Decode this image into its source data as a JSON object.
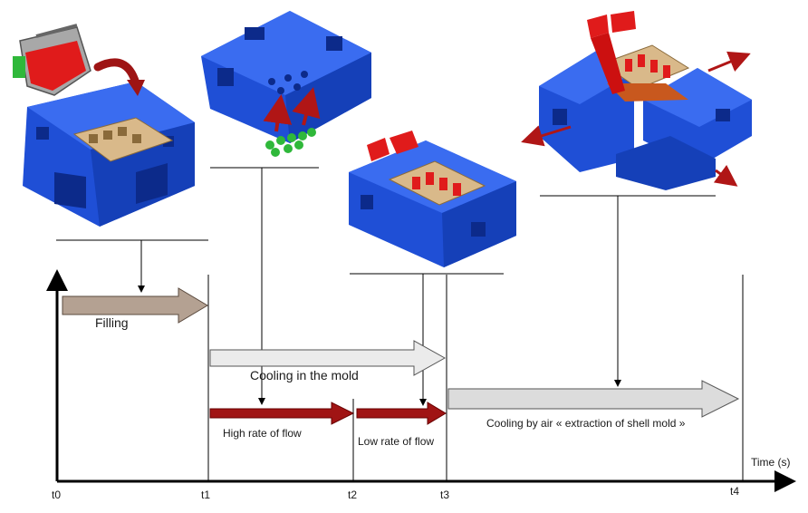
{
  "colors": {
    "mold_blue": "#1f4fd6",
    "mold_blue_dark": "#0c2a8a",
    "core_tan": "#d9b98a",
    "red": "#e01b1b",
    "dark_red": "#9e1414",
    "green": "#2fb83a",
    "gray_arrow": "#dcdcdc",
    "brown_arrow": "#b4a192",
    "axis": "#000000"
  },
  "icons": [
    "ladle-pour-icon",
    "mold-assembly-icon",
    "shell-extraction-icon"
  ],
  "timeline": {
    "ticks": [
      "t0",
      "t1",
      "t2",
      "t3",
      "t4"
    ],
    "axis_label": "Time (s)"
  },
  "phases": {
    "filling": "Filling",
    "cooling_mold": "Cooling in the mold",
    "high_flow": "High rate of flow",
    "low_flow": "Low rate of flow",
    "cooling_air": "Cooling by air « extraction of shell mold »"
  }
}
